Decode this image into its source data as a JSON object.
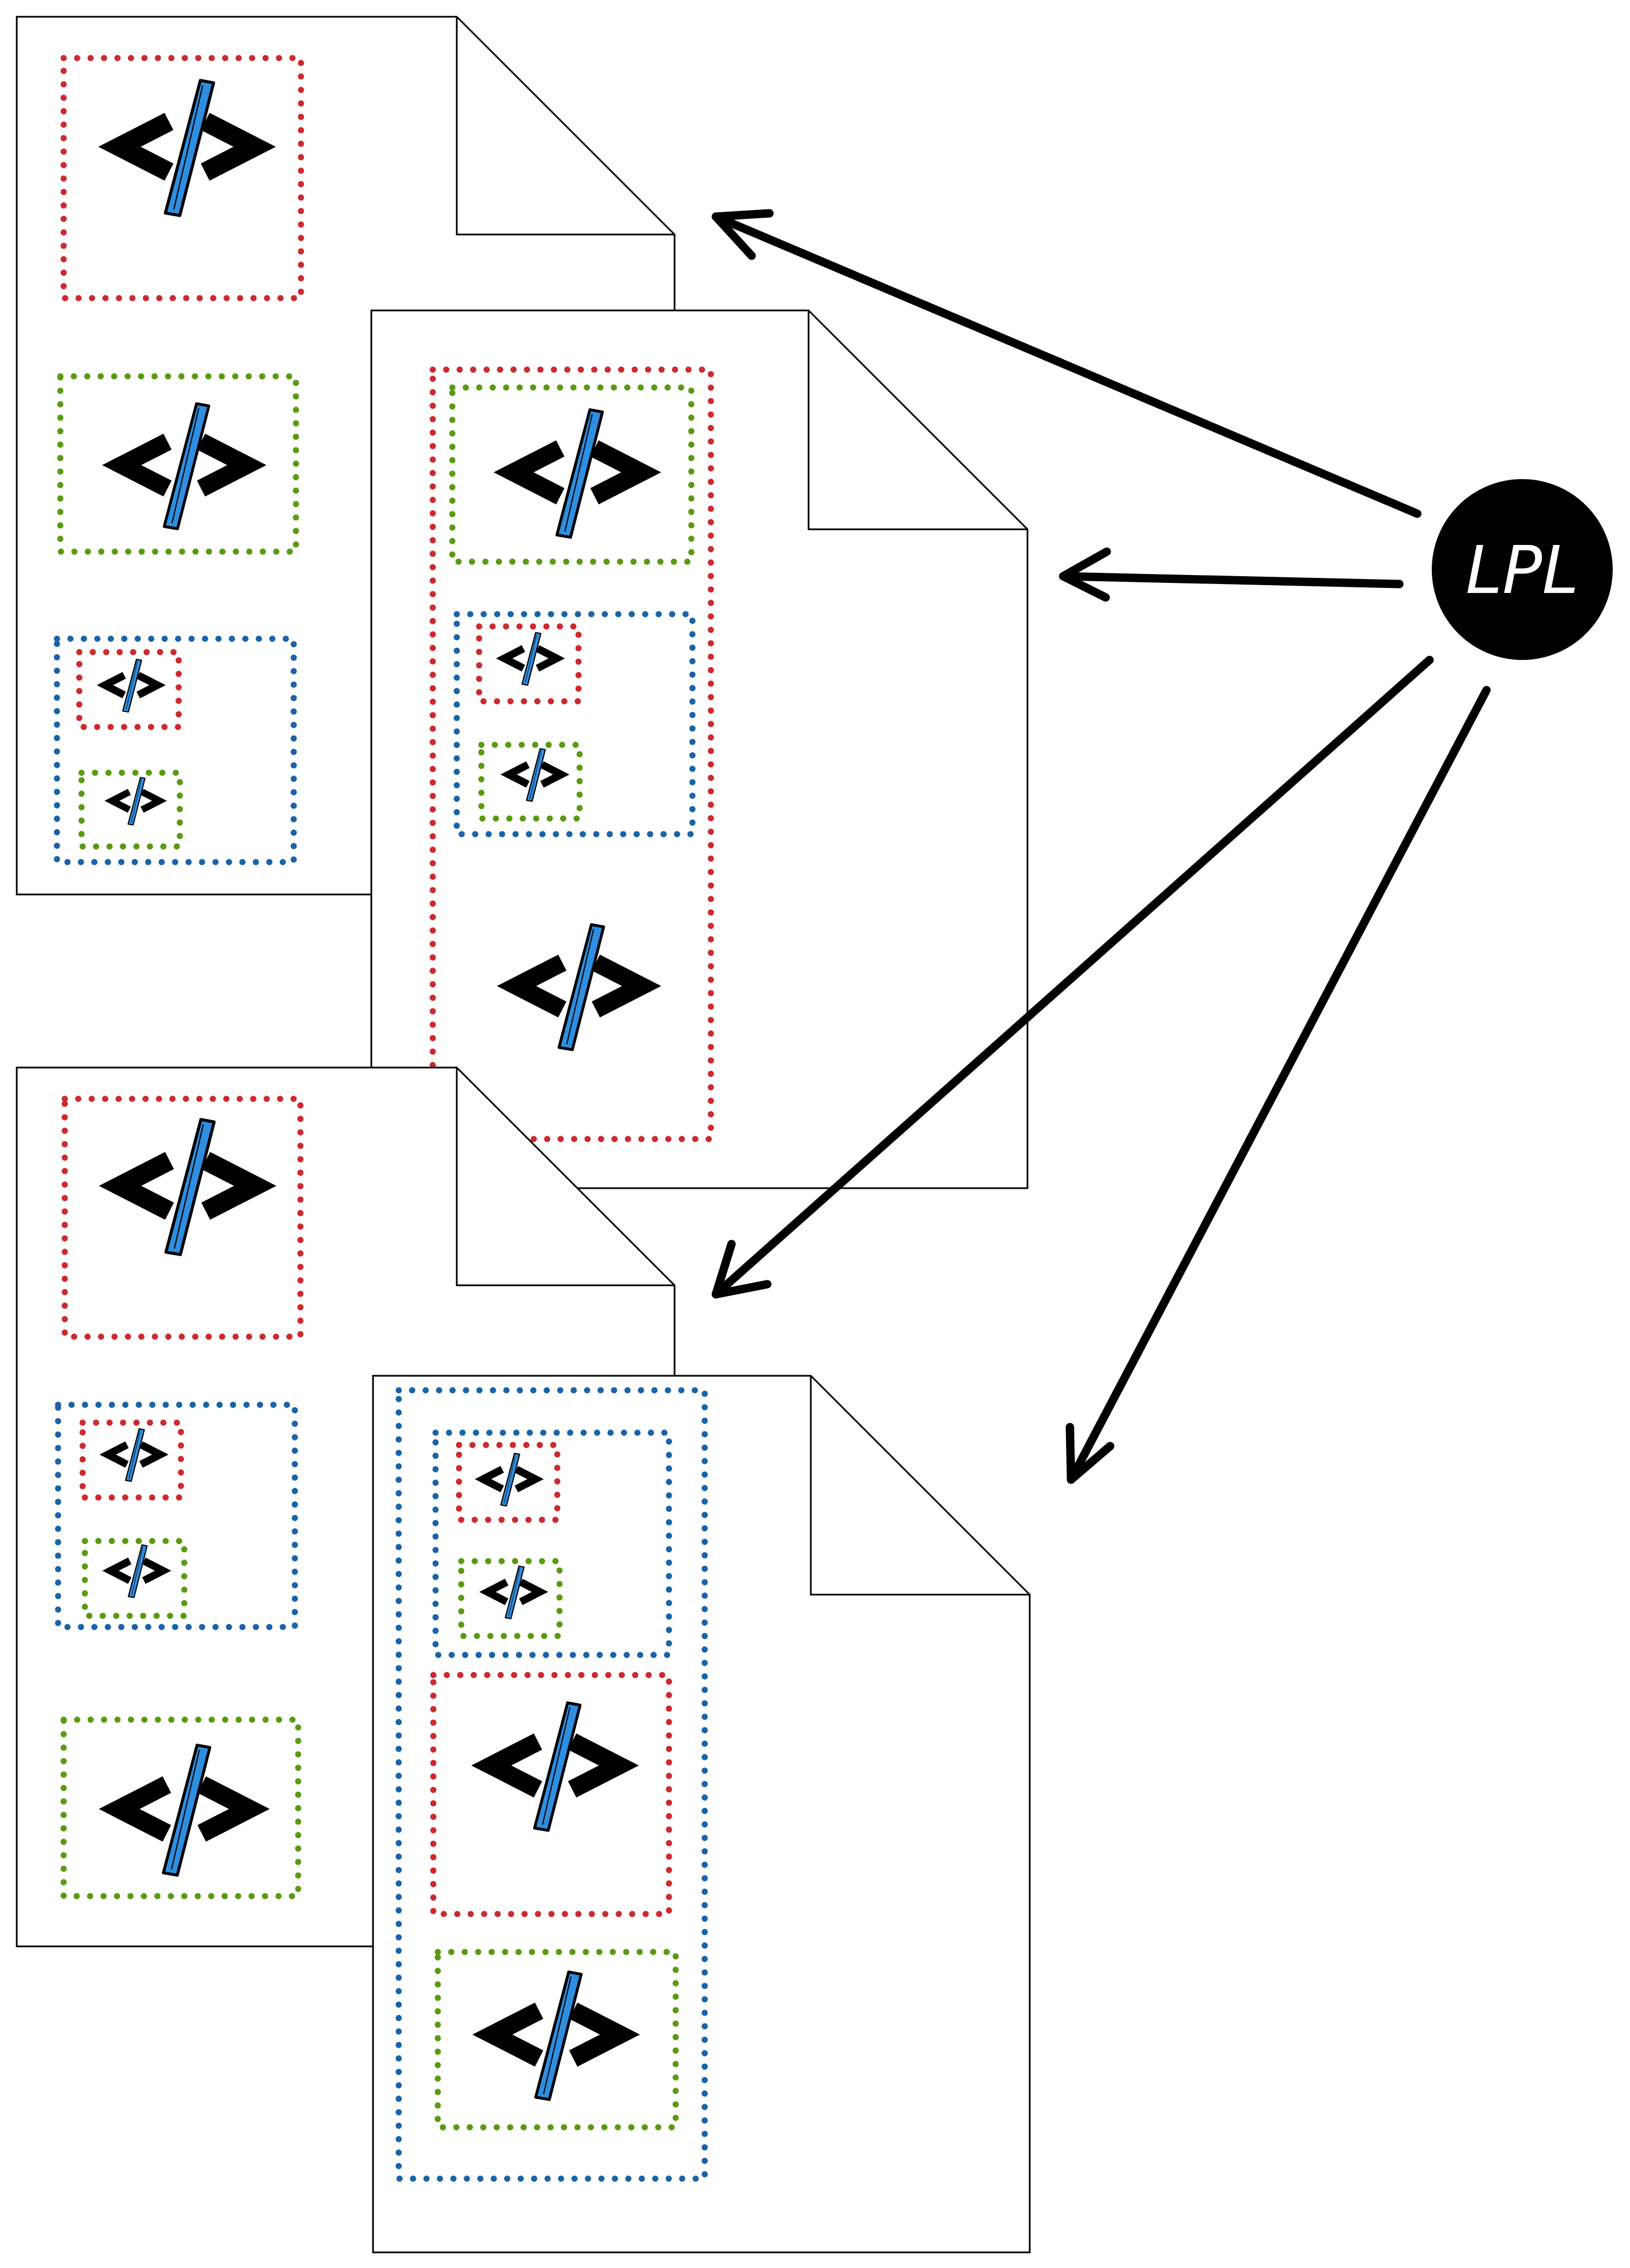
{
  "node": {
    "label": "LPL"
  },
  "colors": {
    "red": "#cc2a2f",
    "green": "#5a9a12",
    "blue": "#1a63a8",
    "slash": "#2e8ee0",
    "ink": "#000000"
  },
  "icon_name": "code-tag-icon",
  "documents": [
    {
      "name": "document-1",
      "regions": [
        "red",
        "green",
        "blue"
      ],
      "nested": [
        [
          "red",
          "green"
        ]
      ]
    },
    {
      "name": "document-2",
      "regions": [
        "red"
      ],
      "nested": [
        [
          "green",
          "blue",
          "code"
        ],
        [
          "red",
          "green"
        ]
      ]
    },
    {
      "name": "document-3",
      "regions": [
        "red",
        "blue",
        "green"
      ],
      "nested": [
        [
          "red",
          "green"
        ]
      ]
    },
    {
      "name": "document-4",
      "regions": [
        "blue"
      ],
      "nested": [
        [
          "blue",
          "red",
          "green"
        ],
        [
          "red",
          "green"
        ]
      ]
    }
  ]
}
